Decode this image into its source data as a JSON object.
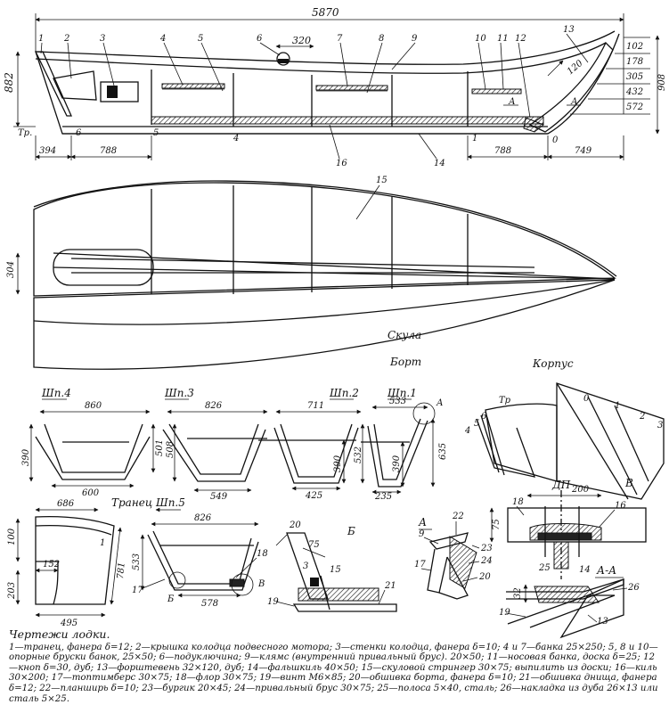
{
  "side_view": {
    "overall_length": "5870",
    "motor_offset": "320",
    "height": "882",
    "total_height": "908",
    "right_heights": [
      "102",
      "178",
      "305",
      "432",
      "572"
    ],
    "bottom_dims": [
      "394",
      "788",
      "788",
      "749"
    ],
    "section_labels": [
      "Тр.",
      "6",
      "5",
      "4",
      "1",
      "0"
    ],
    "part_numbers": [
      "1",
      "2",
      "3",
      "4",
      "5",
      "6",
      "7",
      "8",
      "9",
      "10",
      "11",
      "12",
      "13",
      "16",
      "14"
    ],
    "stem_dim": "120",
    "section_mark": "А"
  },
  "plan_view": {
    "width_dim": "304",
    "part_number": "15",
    "skula_label": "Скула",
    "bort_label": "Борт"
  },
  "frames": {
    "sh4": {
      "title": "Шп.4",
      "top": "860",
      "bottom": "600",
      "height": "390",
      "side": "501"
    },
    "sh3": {
      "title": "Шп.3",
      "top": "826",
      "bottom": "549",
      "side": "508"
    },
    "sh2": {
      "title": "Шп.2",
      "top": "711",
      "bottom": "425",
      "height": "390",
      "side": "532"
    },
    "sh1": {
      "title": "Шп.1",
      "top": "533",
      "bottom": "235",
      "height": "390",
      "side": "635",
      "callout": "А"
    },
    "sh5": {
      "title": "Шп.5",
      "top": "826",
      "bottom": "578",
      "height": "533",
      "callout_b": "Б",
      "callout_v": "В",
      "parts": [
        "17",
        "18"
      ]
    }
  },
  "korpus": {
    "title": "Корпус",
    "stations": [
      "Тр",
      "6",
      "5",
      "4",
      "0",
      "1",
      "2",
      "3"
    ]
  },
  "tranec": {
    "title": "Транец",
    "top": "686",
    "dims": [
      "100",
      "152",
      "203",
      "781",
      "495"
    ],
    "part": "1"
  },
  "detail_b": {
    "title": "Б",
    "dims": [
      "20",
      "75"
    ],
    "parts": [
      "3",
      "15",
      "19",
      "21"
    ]
  },
  "detail_a": {
    "title": "А",
    "parts": [
      "9",
      "22",
      "23",
      "24",
      "17",
      "20"
    ]
  },
  "detail_v": {
    "title": "ДП",
    "mark": "В",
    "dims": [
      "200",
      "75"
    ],
    "parts": [
      "18",
      "16",
      "25",
      "14"
    ]
  },
  "detail_aa": {
    "title": "А-А",
    "dim": "32",
    "parts": [
      "26",
      "19",
      "13"
    ]
  },
  "caption": {
    "title": "Чертежи лодки.",
    "text": "1—транец, фанера δ=12; 2—крышка колодца подвесного мотора; 3—стенки колодца, фанера δ=10; 4 и 7—банка 25×250; 5, 8 и 10—опорные бруски банок, 25×50; 6—подуключина; 9—клямс (внутренний привальный брус). 20×50; 11—носовая банка, доска δ=25; 12—кноп δ=30, дуб; 13—форштевень 32×120, дуб; 14—фальшкиль 40×50; 15—скуловой стрингер 30×75; выпилить из доски; 16—киль 30×200; 17—топтимберс 30×75; 18—флор 30×75; 19—винт М6×85; 20—обшивка борта, фанера δ=10; 21—обшивка днища, фанера δ=12; 22—планширь δ=10; 23—бургик 20×45; 24—привальный брус 30×75; 25—полоса 5×40, сталь; 26—накладка из дуба 26×13 или сталь 5×25."
  }
}
